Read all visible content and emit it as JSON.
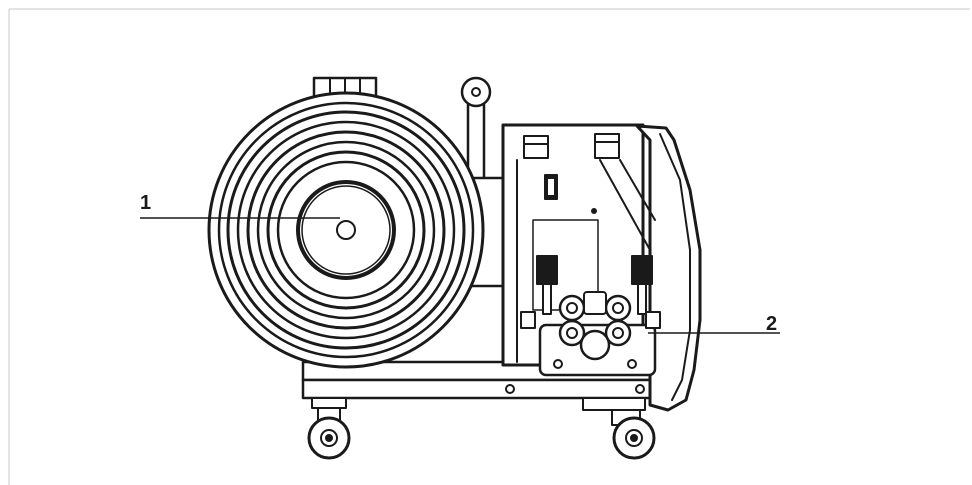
{
  "callouts": [
    {
      "id": "1",
      "label": "1"
    },
    {
      "id": "2",
      "label": "2"
    }
  ],
  "colors": {
    "line": "#1a1a1a",
    "frame": "#c8c8c8",
    "background": "#ffffff"
  }
}
